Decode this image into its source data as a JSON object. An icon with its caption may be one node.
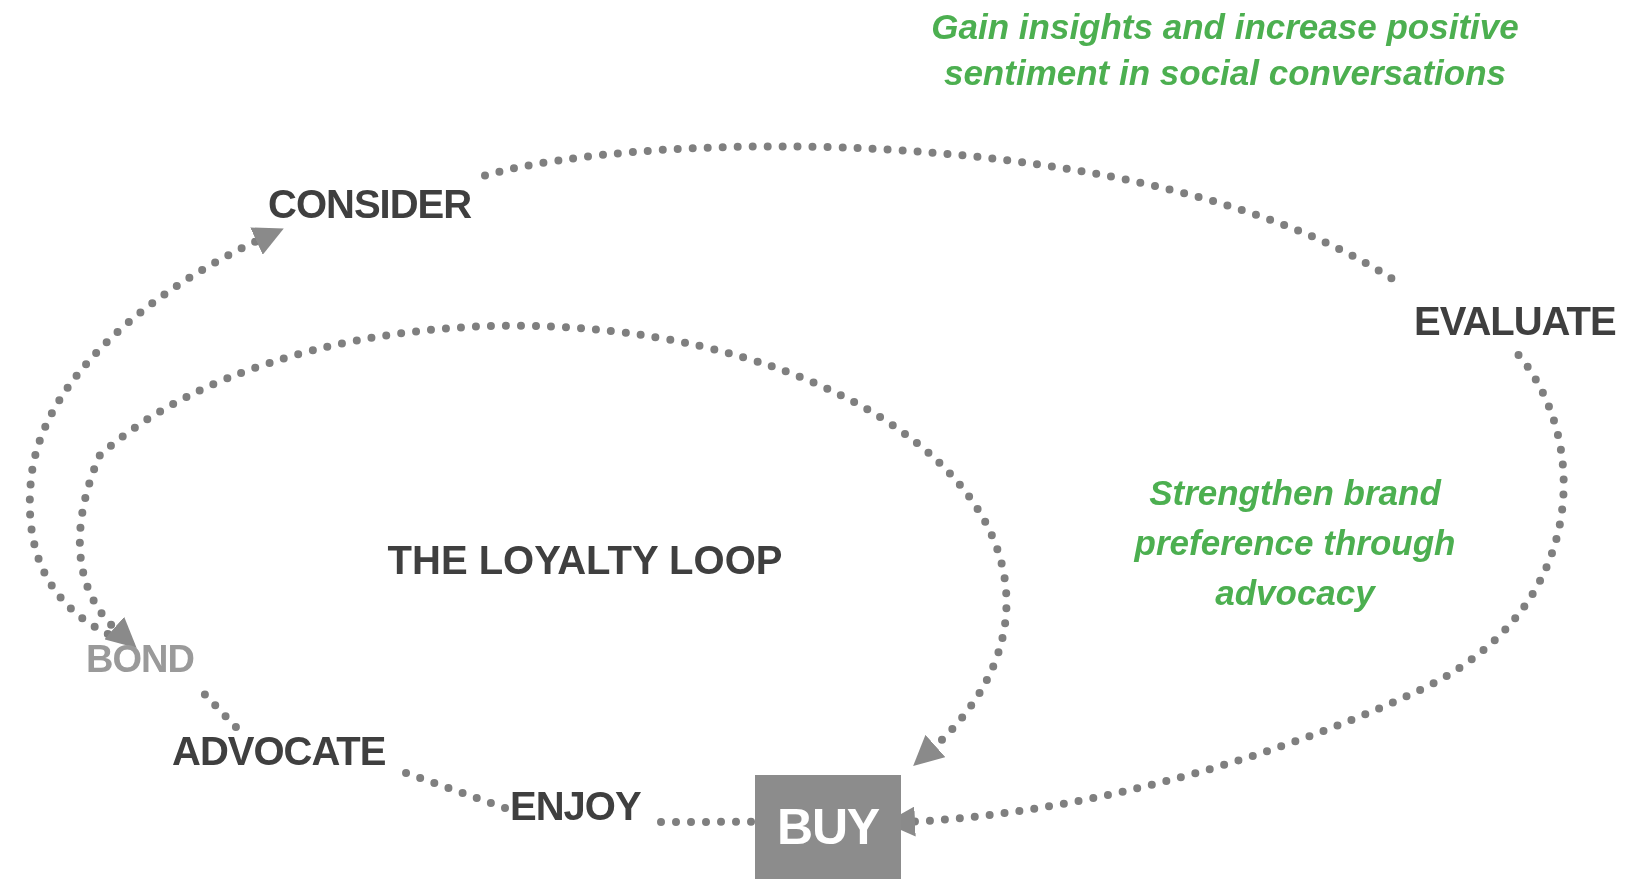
{
  "diagram": {
    "nodes": [
      {
        "text": [
          "CONSIDER"
        ]
      },
      {
        "text": [
          "EVALUATE"
        ]
      },
      {
        "text": [
          "BUY"
        ]
      },
      {
        "text": [
          "ENJOY"
        ]
      },
      {
        "text": [
          "ADVOCATE"
        ]
      },
      {
        "text": [
          "BOND"
        ]
      }
    ],
    "edges": [
      {
        "from": 0,
        "to": 1,
        "arrow": "none",
        "style": "dashed"
      },
      {
        "from": 1,
        "to": 2,
        "arrow": "to",
        "style": "dashed"
      },
      {
        "from": 2,
        "to": 3,
        "arrow": "none",
        "style": "dashed"
      },
      {
        "from": 3,
        "to": 4,
        "arrow": "none",
        "style": "dashed"
      },
      {
        "from": 4,
        "to": 5,
        "arrow": "none",
        "style": "dashed"
      },
      {
        "from": 5,
        "to": 0,
        "arrow": "to",
        "style": "dashed"
      },
      {
        "from": 5,
        "to": 2,
        "arrow": "both",
        "style": "dashed"
      }
    ],
    "labels": [
      "Gain insights and increase positive sentiment in social conversations",
      "Strengthen brand preference through advocacy",
      "THE LOYALTY LOOP"
    ]
  }
}
